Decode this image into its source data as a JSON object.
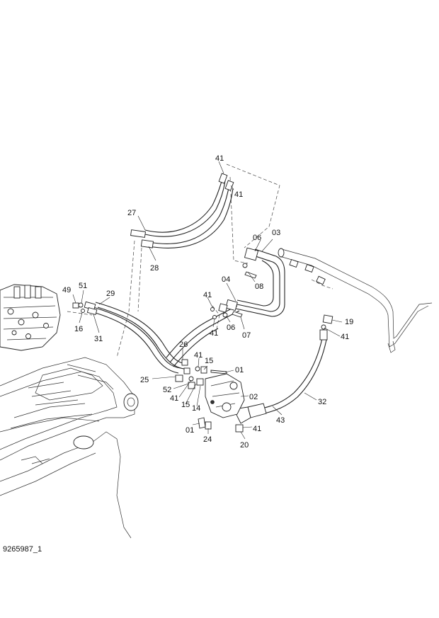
{
  "document_id": "9265987_1",
  "callouts": {
    "c41_top": "41",
    "c41_hose": "41",
    "c27": "27",
    "c28": "28",
    "c06_top": "06",
    "c03": "03",
    "c04": "04",
    "c08": "08",
    "c49": "49",
    "c51": "51",
    "c29": "29",
    "c16": "16",
    "c31": "31",
    "c41_mid": "41",
    "c41_mid2": "41",
    "c06_mid": "06",
    "c07": "07",
    "c19": "19",
    "c41_right": "41",
    "c26": "26",
    "c41_c": "41",
    "c15_a": "15",
    "c01_a": "01",
    "c25": "25",
    "c52": "52",
    "c41_d": "41",
    "c15_b": "15",
    "c14": "14",
    "c02": "02",
    "c32": "32",
    "c43": "43",
    "c01_b": "01",
    "c24": "24",
    "c41_e": "41",
    "c20": "20"
  }
}
